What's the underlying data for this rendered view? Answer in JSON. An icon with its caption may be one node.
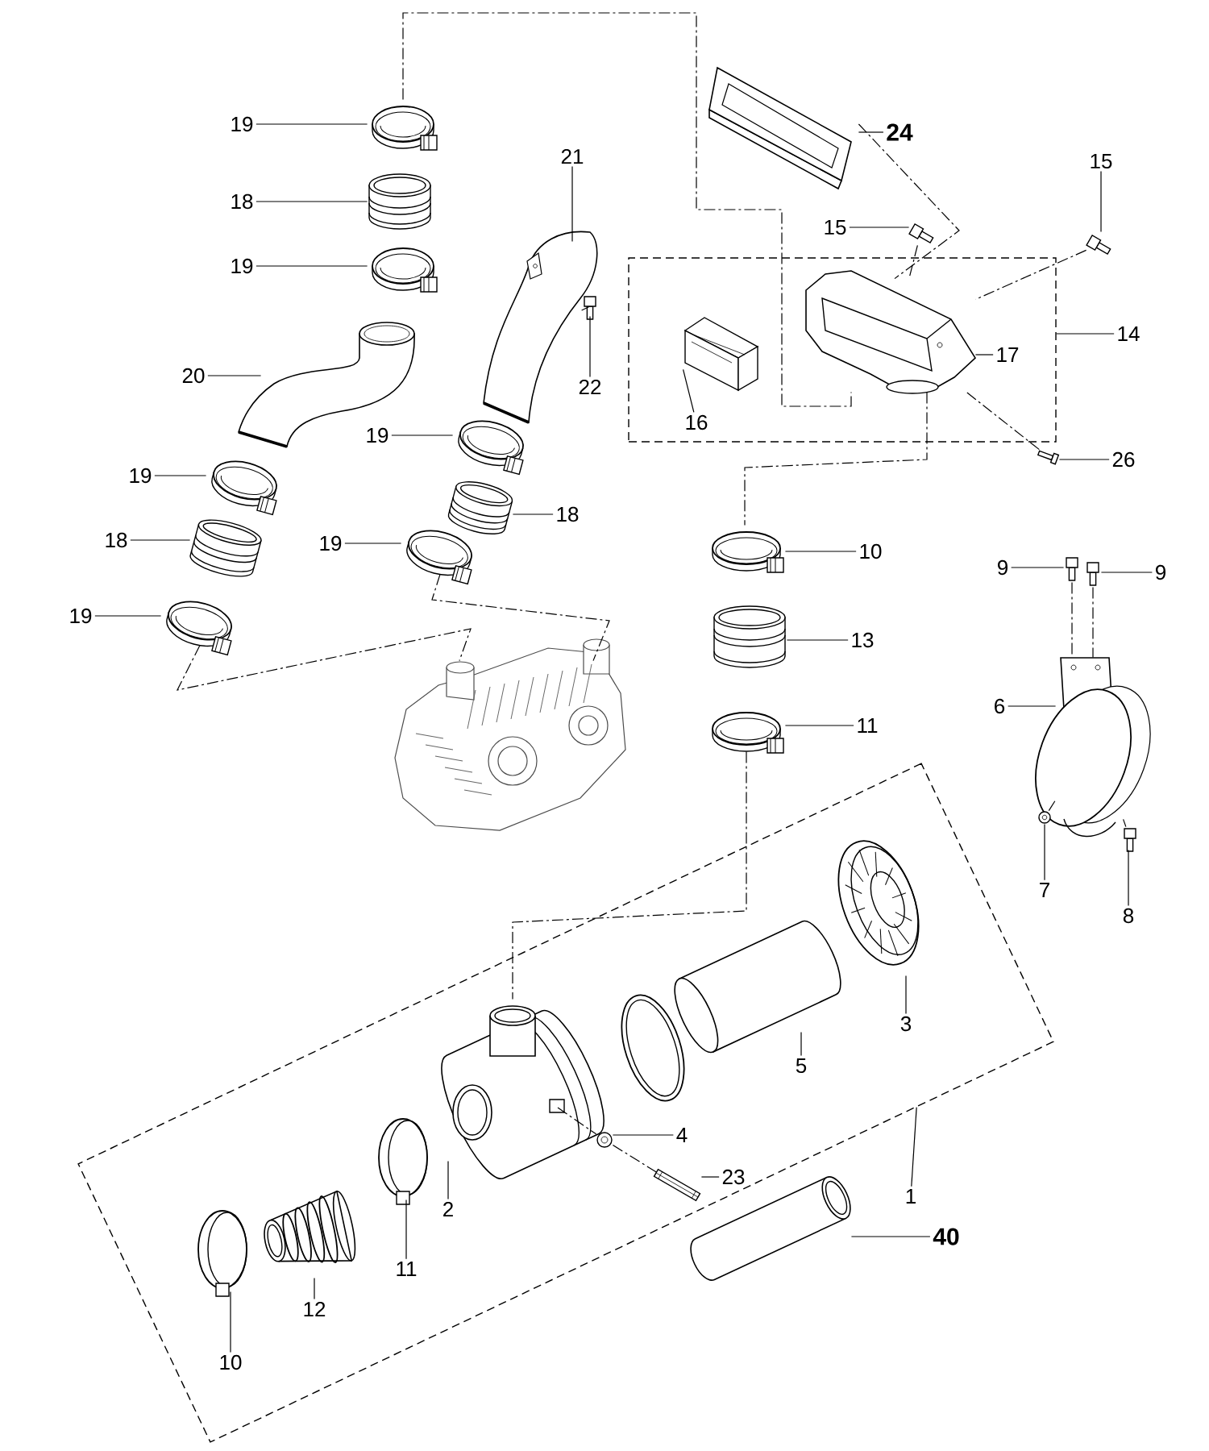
{
  "diagram": {
    "nodes": [
      {
        "text": [],
        "shape": "box"
      },
      {
        "text": [],
        "shape": "box"
      },
      {
        "text": [
          "19"
        ]
      },
      {
        "text": [],
        "shape": "picture"
      },
      {
        "text": [
          "18"
        ]
      },
      {
        "text": [],
        "shape": "picture"
      },
      {
        "text": [
          "19"
        ]
      },
      {
        "text": [],
        "shape": "picture"
      },
      {
        "text": [
          "21"
        ]
      },
      {
        "text": [],
        "shape": "picture"
      },
      {
        "text": [
          "20"
        ]
      },
      {
        "text": [],
        "shape": "picture"
      },
      {
        "text": [
          "22"
        ]
      },
      {
        "text": [],
        "shape": "picture"
      },
      {
        "text": [
          "24"
        ]
      },
      {
        "text": [],
        "shape": "picture"
      },
      {
        "text": [
          "15"
        ]
      },
      {
        "text": [],
        "shape": "picture"
      },
      {
        "text": [
          "15"
        ]
      },
      {
        "text": [],
        "shape": "picture"
      },
      {
        "text": [
          "16"
        ],
        "in": 0
      },
      {
        "text": [],
        "shape": "picture",
        "in": 0
      },
      {
        "text": [
          "17"
        ],
        "in": 0
      },
      {
        "text": [],
        "shape": "picture",
        "in": 0
      },
      {
        "text": [
          "14"
        ]
      },
      {
        "text": [
          "26"
        ]
      },
      {
        "text": [],
        "shape": "picture"
      },
      {
        "text": [
          "19"
        ]
      },
      {
        "text": [],
        "shape": "picture"
      },
      {
        "text": [
          "18"
        ]
      },
      {
        "text": [],
        "shape": "picture"
      },
      {
        "text": [
          "19"
        ]
      },
      {
        "text": [],
        "shape": "picture"
      },
      {
        "text": [
          "18"
        ]
      },
      {
        "text": [],
        "shape": "picture"
      },
      {
        "text": [
          "19"
        ]
      },
      {
        "text": [],
        "shape": "picture"
      },
      {
        "text": [
          "19"
        ]
      },
      {
        "text": [],
        "shape": "picture"
      },
      {
        "text": [],
        "shape": "picture"
      },
      {
        "text": [
          "10"
        ]
      },
      {
        "text": [],
        "shape": "picture"
      },
      {
        "text": [
          "13"
        ]
      },
      {
        "text": [],
        "shape": "picture"
      },
      {
        "text": [
          "11"
        ]
      },
      {
        "text": [],
        "shape": "picture"
      },
      {
        "text": [
          "9"
        ]
      },
      {
        "text": [],
        "shape": "picture"
      },
      {
        "text": [
          "9"
        ]
      },
      {
        "text": [],
        "shape": "picture"
      },
      {
        "text": [
          "6"
        ]
      },
      {
        "text": [],
        "shape": "picture"
      },
      {
        "text": [
          "7"
        ]
      },
      {
        "text": [],
        "shape": "picture"
      },
      {
        "text": [
          "8"
        ]
      },
      {
        "text": [],
        "shape": "picture"
      },
      {
        "text": [
          "3"
        ],
        "in": 1
      },
      {
        "text": [],
        "shape": "picture",
        "in": 1
      },
      {
        "text": [
          "5"
        ],
        "in": 1
      },
      {
        "text": [],
        "shape": "picture",
        "in": 1
      },
      {
        "text": [],
        "shape": "picture",
        "in": 1
      },
      {
        "text": [
          "2"
        ],
        "in": 1
      },
      {
        "text": [],
        "shape": "picture",
        "in": 1
      },
      {
        "text": [
          "4"
        ],
        "in": 1
      },
      {
        "text": [],
        "shape": "picture",
        "in": 1
      },
      {
        "text": [
          "23"
        ],
        "in": 1
      },
      {
        "text": [],
        "shape": "picture",
        "in": 1
      },
      {
        "text": [
          "1"
        ]
      },
      {
        "text": [
          "40"
        ]
      },
      {
        "text": [],
        "shape": "picture"
      },
      {
        "text": [
          "11"
        ],
        "in": 1
      },
      {
        "text": [],
        "shape": "picture",
        "in": 1
      },
      {
        "text": [
          "12"
        ],
        "in": 1
      },
      {
        "text": [],
        "shape": "picture",
        "in": 1
      },
      {
        "text": [
          "10"
        ],
        "in": 1
      },
      {
        "text": [],
        "shape": "picture",
        "in": 1
      }
    ],
    "edges": [
      {
        "from": 2,
        "to": 3,
        "arrow": "none"
      },
      {
        "from": 4,
        "to": 5,
        "arrow": "none"
      },
      {
        "from": 6,
        "to": 7,
        "arrow": "none"
      },
      {
        "from": 8,
        "to": 9,
        "arrow": "none"
      },
      {
        "from": 10,
        "to": 11,
        "arrow": "none"
      },
      {
        "from": 12,
        "to": 13,
        "arrow": "none"
      },
      {
        "from": 14,
        "to": 15,
        "arrow": "none"
      },
      {
        "from": 16,
        "to": 17,
        "arrow": "none"
      },
      {
        "from": 18,
        "to": 19,
        "arrow": "none"
      },
      {
        "from": 20,
        "to": 21,
        "arrow": "none"
      },
      {
        "from": 22,
        "to": 23,
        "arrow": "none"
      },
      {
        "from": 24,
        "to": 0,
        "arrow": "none"
      },
      {
        "from": 25,
        "to": 26,
        "arrow": "none"
      },
      {
        "from": 27,
        "to": 28,
        "arrow": "none"
      },
      {
        "from": 29,
        "to": 30,
        "arrow": "none"
      },
      {
        "from": 31,
        "to": 32,
        "arrow": "none"
      },
      {
        "from": 33,
        "to": 34,
        "arrow": "none"
      },
      {
        "from": 35,
        "to": 36,
        "arrow": "none"
      },
      {
        "from": 37,
        "to": 38,
        "arrow": "none"
      },
      {
        "from": 40,
        "to": 41,
        "arrow": "none"
      },
      {
        "from": 42,
        "to": 43,
        "arrow": "none"
      },
      {
        "from": 44,
        "to": 45,
        "arrow": "none"
      },
      {
        "from": 46,
        "to": 47,
        "arrow": "none"
      },
      {
        "from": 48,
        "to": 49,
        "arrow": "none"
      },
      {
        "from": 50,
        "to": 51,
        "arrow": "none"
      },
      {
        "from": 52,
        "to": 53,
        "arrow": "none"
      },
      {
        "from": 54,
        "to": 55,
        "arrow": "none"
      },
      {
        "from": 56,
        "to": 57,
        "arrow": "none"
      },
      {
        "from": 58,
        "to": 59,
        "arrow": "none"
      },
      {
        "from": 61,
        "to": 62,
        "arrow": "none"
      },
      {
        "from": 63,
        "to": 64,
        "arrow": "none"
      },
      {
        "from": 65,
        "to": 66,
        "arrow": "none"
      },
      {
        "from": 67,
        "to": 1,
        "arrow": "none"
      },
      {
        "from": 68,
        "to": 69,
        "arrow": "none"
      },
      {
        "from": 70,
        "to": 71,
        "arrow": "none"
      },
      {
        "from": 72,
        "to": 73,
        "arrow": "none"
      },
      {
        "from": 74,
        "to": 75,
        "arrow": "none"
      },
      {
        "from": 3,
        "to": 23,
        "arrow": "none",
        "style": "dashed"
      },
      {
        "from": 15,
        "to": 23,
        "arrow": "none",
        "style": "dashed"
      },
      {
        "from": 17,
        "to": 23,
        "arrow": "none",
        "style": "dashed"
      },
      {
        "from": 19,
        "to": 23,
        "arrow": "none",
        "style": "dashed"
      },
      {
        "from": 26,
        "to": 23,
        "arrow": "none",
        "style": "dashed"
      },
      {
        "from": 13,
        "to": 9,
        "arrow": "none",
        "style": "dashed"
      },
      {
        "from": 23,
        "to": 41,
        "arrow": "none",
        "style": "dashed"
      },
      {
        "from": 36,
        "to": 39,
        "arrow": "none",
        "style": "dashed"
      },
      {
        "from": 38,
        "to": 39,
        "arrow": "none",
        "style": "dashed"
      },
      {
        "from": 45,
        "to": 62,
        "arrow": "none",
        "style": "dashed"
      },
      {
        "from": 47,
        "to": 51,
        "arrow": "none",
        "style": "dashed"
      },
      {
        "from": 49,
        "to": 51,
        "arrow": "none",
        "style": "dashed"
      },
      {
        "from": 53,
        "to": 51,
        "arrow": "none",
        "style": "dashed"
      },
      {
        "from": 55,
        "to": 51,
        "arrow": "none",
        "style": "dashed"
      },
      {
        "from": 62,
        "to": 64,
        "arrow": "none",
        "style": "dashed"
      },
      {
        "from": 64,
        "to": 66,
        "arrow": "none",
        "style": "dashed"
      }
    ]
  }
}
